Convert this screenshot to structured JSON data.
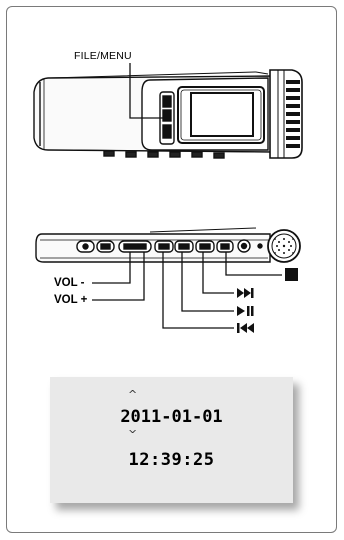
{
  "labels": {
    "file_menu": "FILE/MENU",
    "vol_minus": "VOL -",
    "vol_plus": "VOL +"
  },
  "display": {
    "date": "2011-01-01",
    "time": "12:39:25"
  }
}
